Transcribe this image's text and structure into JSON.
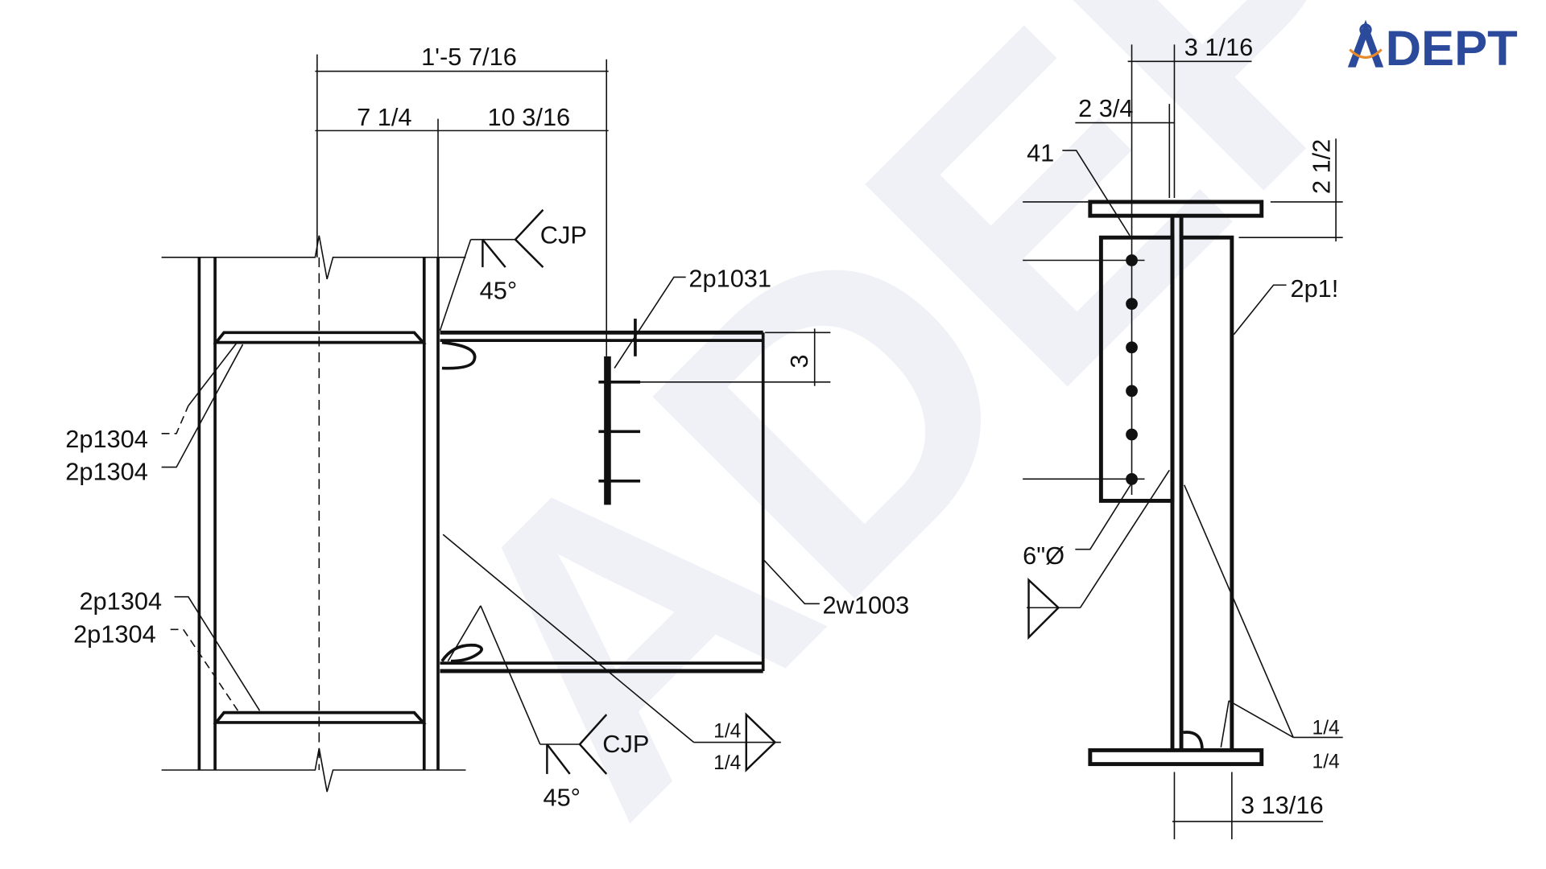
{
  "logo": {
    "text": "ADEPT",
    "primary_color": "#2b4a9b",
    "accent_color": "#e8892a"
  },
  "watermark": {
    "text": "ADEPT"
  },
  "elevation": {
    "dims": {
      "overall": "1'-5 7/16",
      "left": "7 1/4",
      "right": "10 3/16",
      "bolt_edge": "3"
    },
    "cjp_top": {
      "label": "CJP",
      "angle": "45°"
    },
    "cjp_bottom": {
      "label": "CJP",
      "angle": "45°"
    },
    "fillet": {
      "top": "1/4",
      "bottom": "1/4"
    },
    "labels": {
      "plate_top": "2p1031",
      "beam": "2w1003",
      "stiff_1": "2p1304",
      "stiff_2": "2p1304",
      "stiff_3": "2p1304",
      "stiff_4": "2p1304"
    }
  },
  "section": {
    "dims": {
      "d1": "3 1/16",
      "d2": "2 3/4",
      "d3": "2 1/2",
      "d4": "3 13/16"
    },
    "labels": {
      "hole": "41",
      "bolt": "6\"Ø",
      "plate": "2p1!"
    },
    "fillet": {
      "top": "1/4",
      "bottom": "1/4"
    }
  }
}
